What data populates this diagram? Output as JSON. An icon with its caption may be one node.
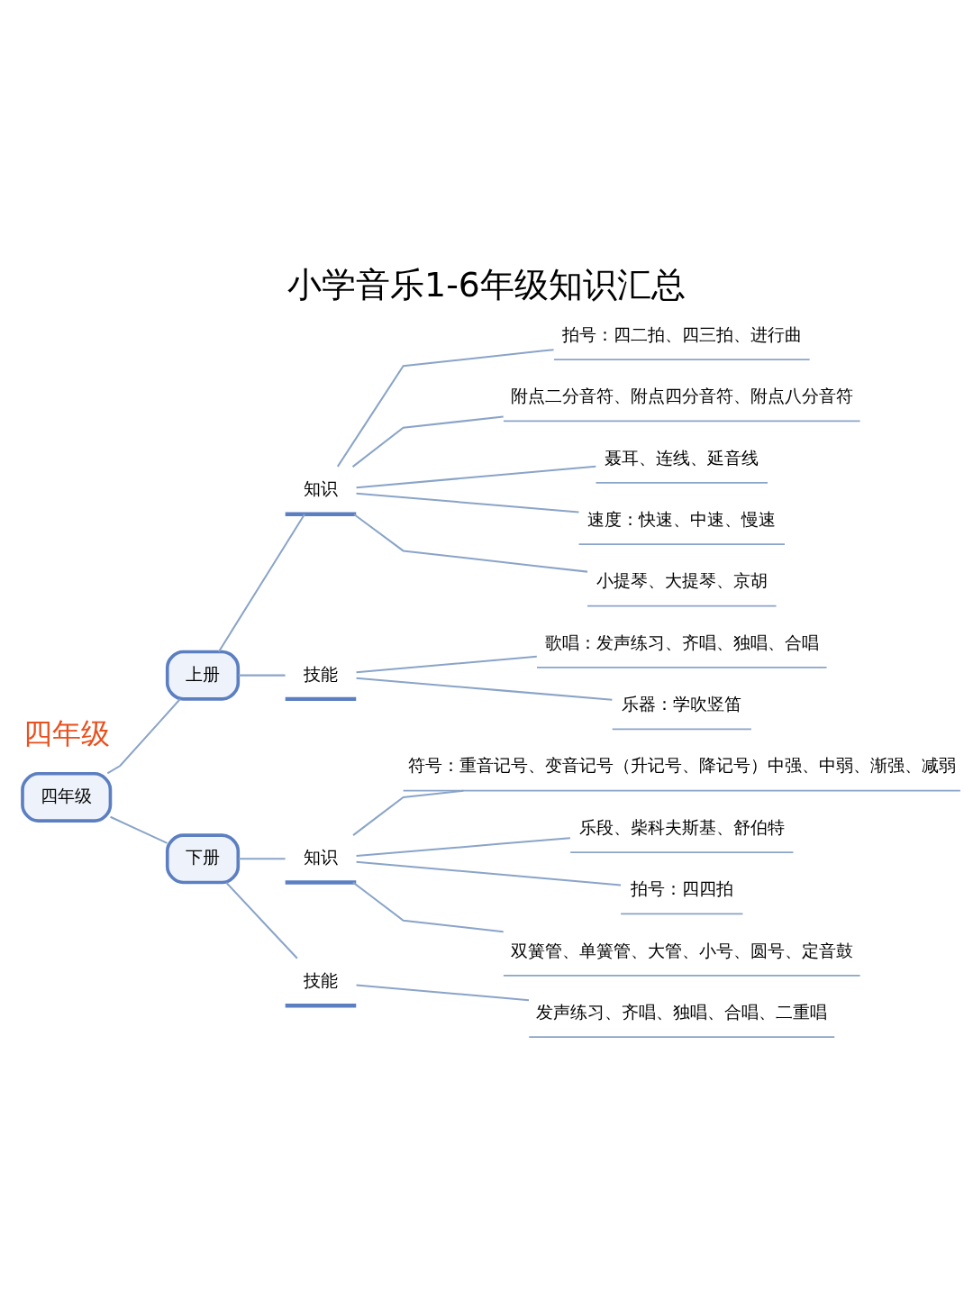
{
  "diagram": {
    "title": "小学音乐1-6年级知识汇总",
    "nodes": [
      {
        "text": [
          "四年级"
        ]
      },
      {
        "text": [
          "上册"
        ]
      },
      {
        "text": [
          "知识"
        ]
      },
      {
        "text": [
          "拍号：四二拍、四三拍、进行曲"
        ]
      },
      {
        "text": [
          "附点二分音符、附点四分音符、附点八分音符"
        ]
      },
      {
        "text": [
          "聂耳、连线、延音线"
        ]
      },
      {
        "text": [
          "速度：快速、中速、慢速"
        ]
      },
      {
        "text": [
          "小提琴、大提琴、京胡"
        ]
      },
      {
        "text": [
          "技能"
        ]
      },
      {
        "text": [
          "歌唱：发声练习、齐唱、独唱、合唱"
        ]
      },
      {
        "text": [
          "乐器：学吹竖笛"
        ]
      },
      {
        "text": [
          "下册"
        ]
      },
      {
        "text": [
          "知识"
        ]
      },
      {
        "text": [
          "符号：重音记号、变音记号（升记号、降记号）中强、中弱、渐强、减弱"
        ]
      },
      {
        "text": [
          "乐段、柴科夫斯基、舒伯特"
        ]
      },
      {
        "text": [
          "拍号：四四拍"
        ]
      },
      {
        "text": [
          "双簧管、单簧管、大管、小号、圆号、定音鼓"
        ]
      },
      {
        "text": [
          "技能"
        ]
      },
      {
        "text": [
          "发声练习、齐唱、独唱、合唱、二重唱"
        ]
      }
    ],
    "edges": [
      {
        "from": 0,
        "to": 1,
        "arrow": "none"
      },
      {
        "from": 0,
        "to": 11,
        "arrow": "none"
      },
      {
        "from": 1,
        "to": 2,
        "arrow": "none"
      },
      {
        "from": 1,
        "to": 8,
        "arrow": "none"
      },
      {
        "from": 2,
        "to": 3,
        "arrow": "none"
      },
      {
        "from": 2,
        "to": 4,
        "arrow": "none"
      },
      {
        "from": 2,
        "to": 5,
        "arrow": "none"
      },
      {
        "from": 2,
        "to": 6,
        "arrow": "none"
      },
      {
        "from": 2,
        "to": 7,
        "arrow": "none"
      },
      {
        "from": 8,
        "to": 9,
        "arrow": "none"
      },
      {
        "from": 8,
        "to": 10,
        "arrow": "none"
      },
      {
        "from": 11,
        "to": 12,
        "arrow": "none"
      },
      {
        "from": 11,
        "to": 17,
        "arrow": "none"
      },
      {
        "from": 12,
        "to": 13,
        "arrow": "none"
      },
      {
        "from": 12,
        "to": 14,
        "arrow": "none"
      },
      {
        "from": 12,
        "to": 15,
        "arrow": "none"
      },
      {
        "from": 12,
        "to": 16,
        "arrow": "none"
      },
      {
        "from": 17,
        "to": 18,
        "arrow": "none"
      }
    ],
    "labels": [
      "四年级"
    ]
  }
}
